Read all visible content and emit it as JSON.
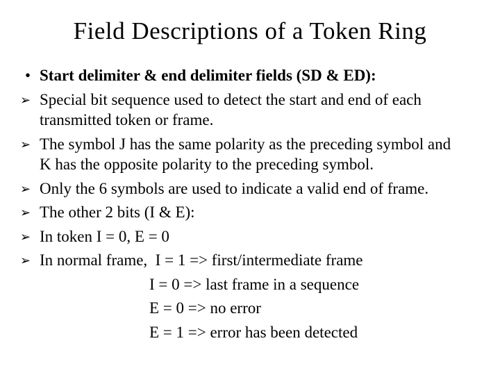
{
  "slide": {
    "title": "Field Descriptions of a Token Ring",
    "bullet_glyphs": {
      "dot": "•",
      "arrow": "➢"
    },
    "bullets": [
      {
        "type": "dot",
        "text": "Start delimiter & end delimiter fields (SD & ED):"
      },
      {
        "type": "arrow",
        "text": "Special bit sequence used to detect the start and end of each\ntransmitted token or frame."
      },
      {
        "type": "arrow",
        "text": "The symbol J has the same polarity as the preceding symbol and\nK has the opposite polarity to the preceding symbol."
      },
      {
        "type": "arrow",
        "text": "Only the 6 symbols are used to indicate a valid end of frame."
      },
      {
        "type": "arrow",
        "text": "The other 2 bits (I & E):"
      },
      {
        "type": "arrow",
        "text": "In token I = 0, E = 0"
      },
      {
        "type": "arrow",
        "text": "In normal frame,  I = 1 => first/intermediate frame"
      },
      {
        "type": "indent",
        "text": "I = 0 => last frame in a sequence"
      },
      {
        "type": "indent",
        "text": "E = 0 => no error"
      },
      {
        "type": "indent",
        "text": "E = 1 => error has been detected"
      }
    ]
  }
}
